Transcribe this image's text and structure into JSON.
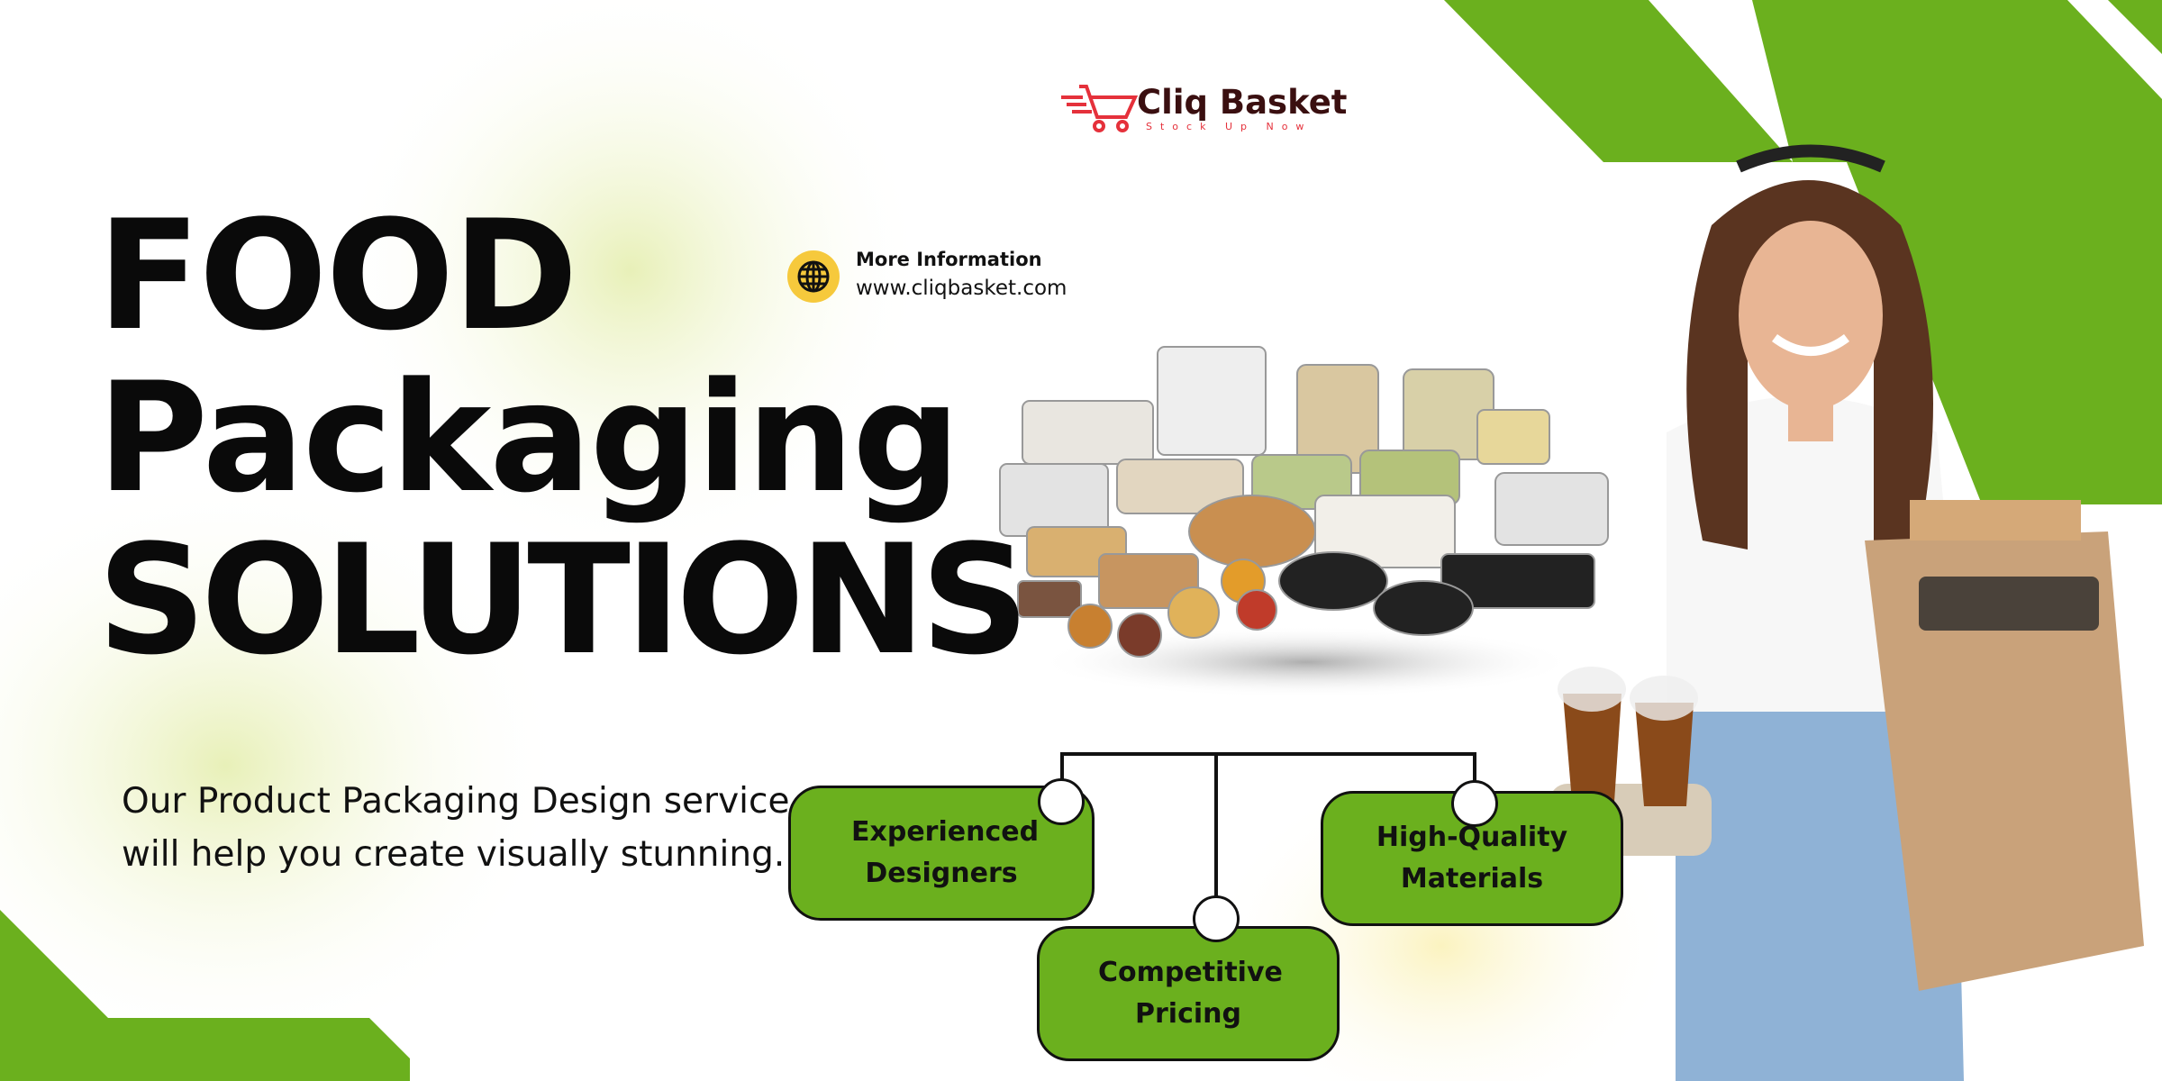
{
  "brand": {
    "name": "Cliq Basket",
    "tagline": "Stock Up Now",
    "color": "#e5313b"
  },
  "headline": {
    "line1": "FOOD",
    "line2": "Packaging",
    "line3": "SOLUTIONS"
  },
  "description": "Our Product Packaging Design service will help you create visually stunning.",
  "info": {
    "title": "More Information",
    "url": "www.cliqbasket.com",
    "icon": "globe-icon"
  },
  "features": [
    {
      "label": "Experienced Designers"
    },
    {
      "label": "Competitive Pricing"
    },
    {
      "label": "High-Quality Materials"
    }
  ],
  "colors": {
    "accent": "#6bb01e",
    "yellow": "#f6c93c",
    "text": "#0a0a0a"
  }
}
